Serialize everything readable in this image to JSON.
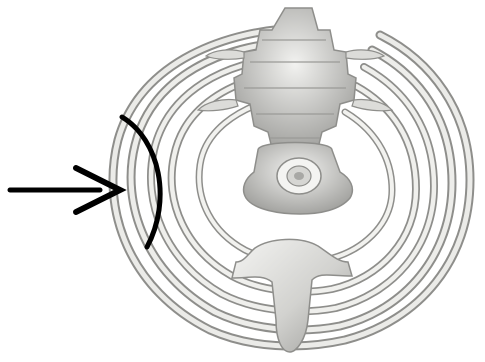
{
  "image": {
    "subject": "ribcage",
    "annotations": [
      {
        "type": "arrow",
        "color": "#000000"
      },
      {
        "type": "arc",
        "color": "#000000"
      }
    ],
    "colors": {
      "background": "#ffffff",
      "bone_light": "#f0f0ee",
      "bone_mid": "#c9c9c6",
      "bone_shadow": "#8e8e8b",
      "annotation": "#000000"
    }
  }
}
